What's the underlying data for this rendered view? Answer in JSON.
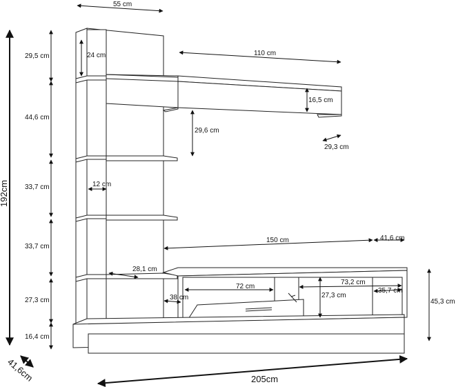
{
  "dimensions": {
    "depth_top": "55 cm",
    "h1": "29,5 cm",
    "h2": "44,6 cm",
    "h3": "33,7 cm",
    "h4": "33,7 cm",
    "h5": "27,3 cm",
    "h6": "16,4 cm",
    "total_height": "192cm",
    "total_depth": "41,6cm",
    "total_width": "205cm",
    "inner_24": "24 cm",
    "shelf_width": "110 cm",
    "shelf_height": "16,5 cm",
    "gap_29_6": "29,6 cm",
    "shelf_depth": "29,3 cm",
    "panel_width": "12 cm",
    "base_width": "150 cm",
    "base_depth": "41,6 cm",
    "side_28_1": "28,1 cm",
    "comp_72": "72 cm",
    "comp_73_2": "73,2 cm",
    "comp_35_7": "35,7 cm",
    "comp_38": "38 cm",
    "comp_27_3": "27,3 cm",
    "base_height": "45,3 cm"
  }
}
